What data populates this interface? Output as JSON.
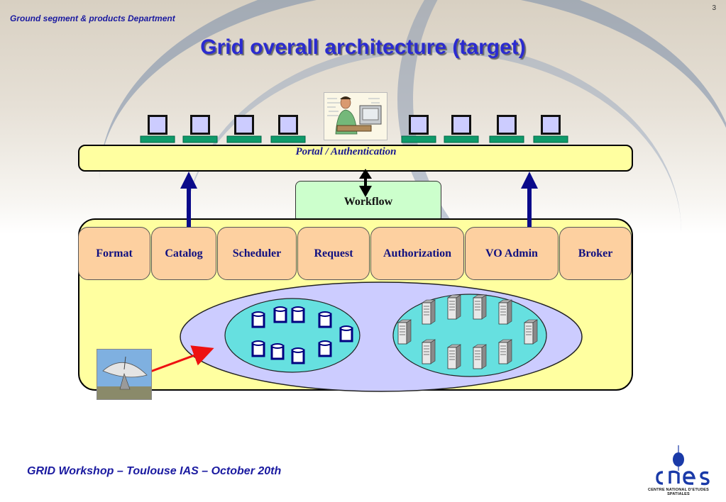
{
  "header": {
    "department": "Ground segment & products Department",
    "page_number": "3",
    "title": "Grid overall architecture (target)"
  },
  "diagram": {
    "portal_label": "Portal / Authentication",
    "workflow_label": "Workflow",
    "services": [
      "Format",
      "Catalog",
      "Scheduler",
      "Request",
      "Authorization",
      "VO Admin",
      "Broker"
    ],
    "storage_cluster_icon": "database-cylinder-icon",
    "compute_cluster_icon": "server-tower-icon",
    "user_terminal_icon": "computer-terminal-icon",
    "operator_icon": "operator-at-computer-icon",
    "antenna_icon": "satellite-dish-icon",
    "colors": {
      "portal_fill": "#ffffa0",
      "workflow_fill": "#ccffcc",
      "service_fill": "#fdd0a0",
      "grid_ellipse_fill": "#ccccff",
      "cluster_fill": "#66e0e0",
      "arrow_blue": "#0a0a8a",
      "arrow_red": "#ee1111"
    }
  },
  "footer": {
    "event": "GRID Workshop – Toulouse IAS – October 20th",
    "logo_text": "cnes",
    "logo_subtext": "CENTRE NATIONAL D'ETUDES SPATIALES"
  }
}
